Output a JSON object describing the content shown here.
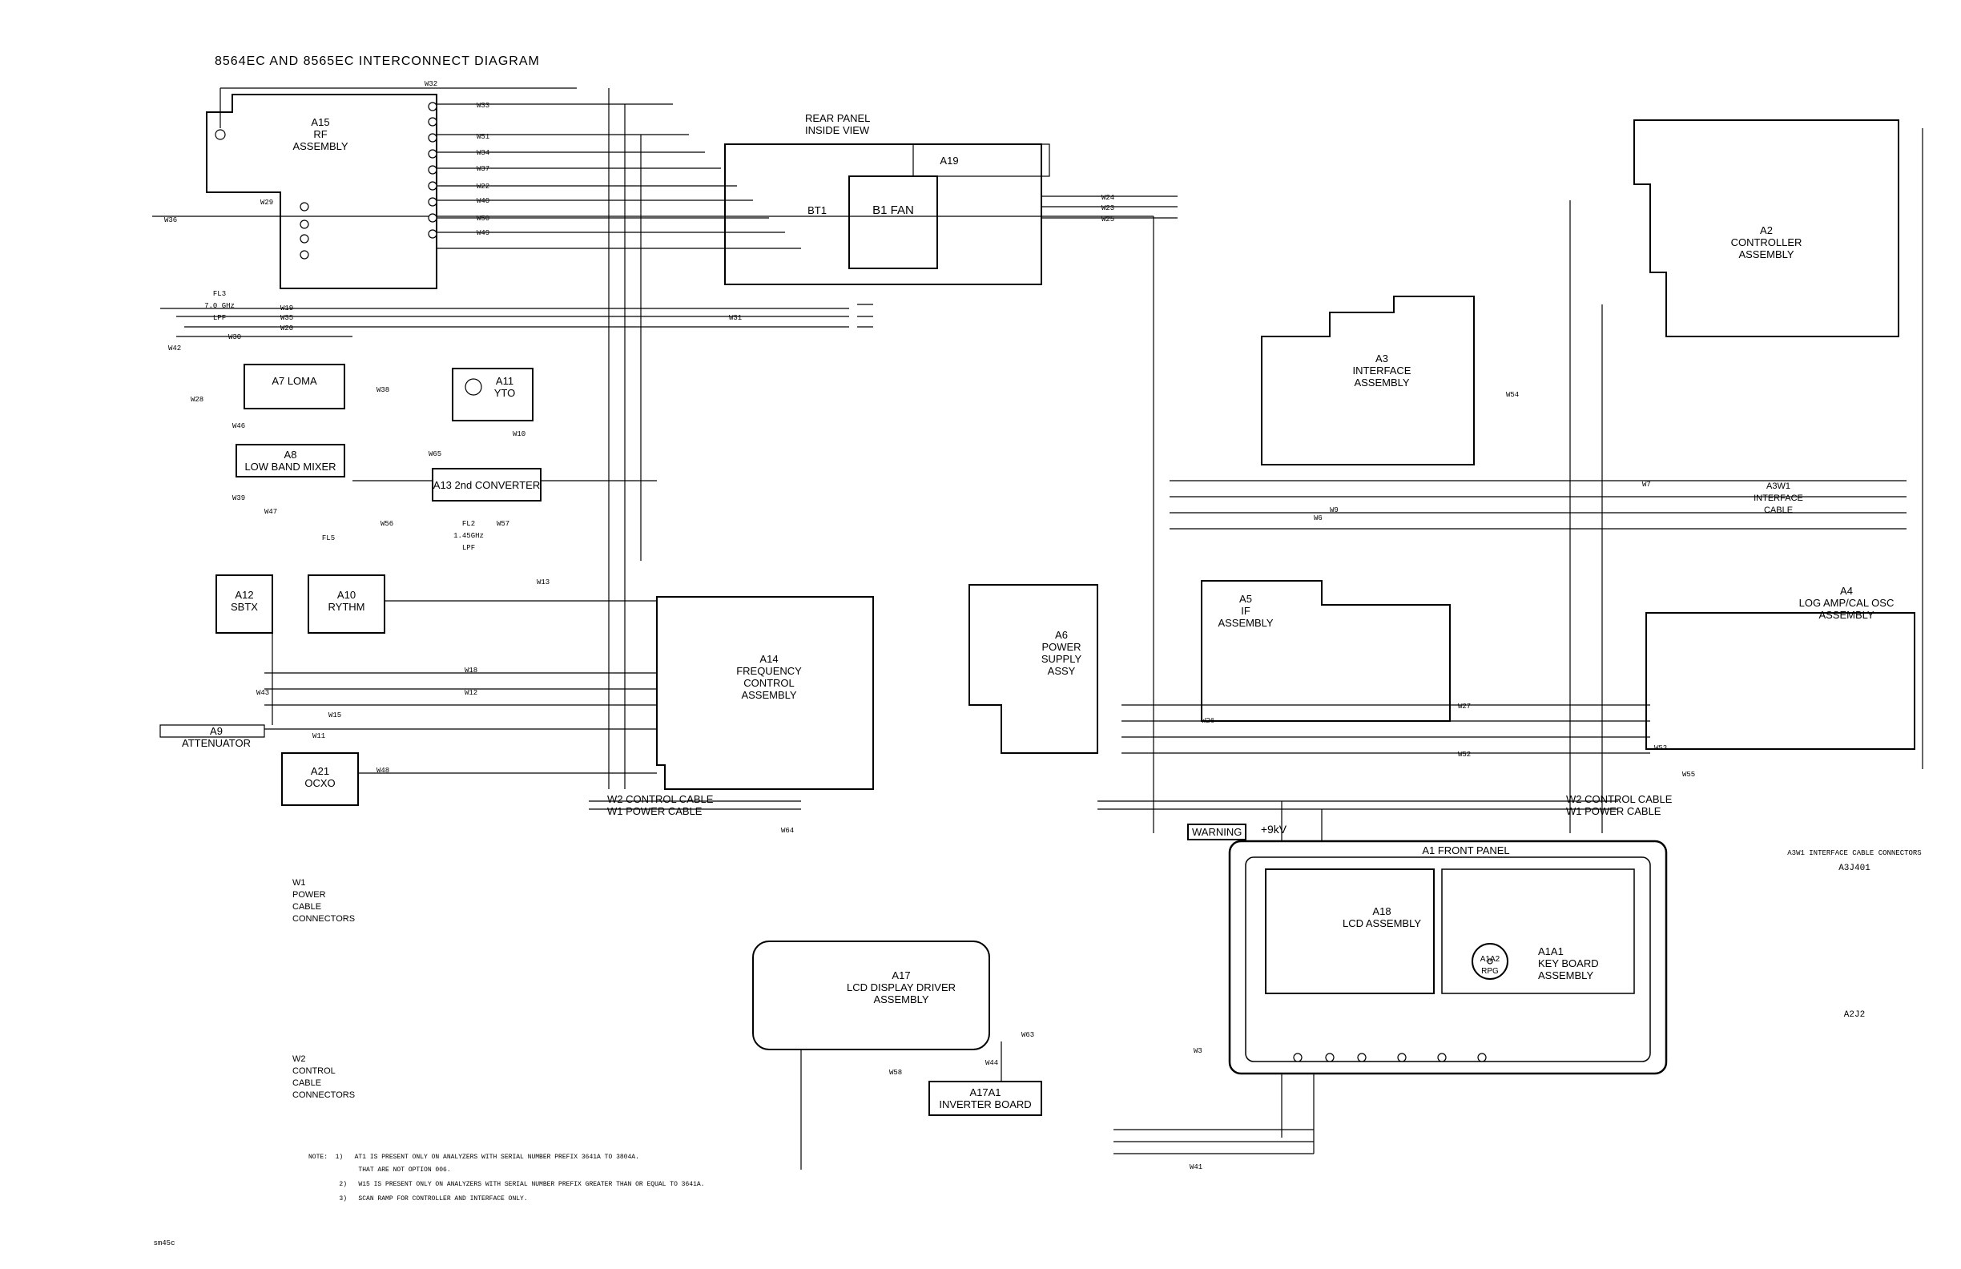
{
  "title": "8564EC AND 8565EC INTERCONNECT DIAGRAM",
  "assemblies": {
    "a15": "A15\nRF\nASSEMBLY",
    "a7": "A7 LOMA",
    "a11": "A11\nYTO",
    "a8": "A8\nLOW BAND MIXER",
    "a13": "A13 2nd CONVERTER",
    "a12": "A12\nSBTX",
    "a10": "A10\nRYTHM",
    "a14": "A14\nFREQUENCY\nCONTROL\nASSEMBLY",
    "a9": "A9\nATTENUATOR",
    "a21": "A21\nOCXO",
    "a19": "A19",
    "b1": "B1 FAN",
    "bt1": "BT1",
    "rear_panel": "REAR PANEL\nINSIDE VIEW",
    "a6": "A6\nPOWER\nSUPPLY\nASSY",
    "a3": "A3\nINTERFACE\nASSEMBLY",
    "a2": "A2\nCONTROLLER\nASSEMBLY",
    "a5": "A5\nIF\nASSEMBLY",
    "a4": "A4\nLOG AMP/CAL OSC\nASSEMBLY",
    "a17": "A17\nLCD DISPLAY DRIVER\nASSEMBLY",
    "a17a1": "A17A1\nINVERTER BOARD",
    "a1": "A1 FRONT PANEL",
    "a18": "A18\nLCD ASSEMBLY",
    "a1a1": "A1A1\nKEY BOARD\nASSEMBLY",
    "a1a2": "A1A2\nRPG",
    "a3w1": "A3W1\nINTERFACE\nCABLE"
  },
  "cables": {
    "w2_control": "W2  CONTROL CABLE",
    "w1_power": "W1  POWER CABLE",
    "w2_control_r": "W2  CONTROL CABLE",
    "w1_power_r": "W1  POWER CABLE",
    "w1_conn": "W1\nPOWER\nCABLE\nCONNECTORS",
    "w2_conn": "W2\nCONTROL\nCABLE\nCONNECTORS"
  },
  "warning": "WARNING",
  "hv": "+9kV",
  "fl3": "FL3\n7.0 GHz\nLPF",
  "fl5": "FL5",
  "fl2": "FL2\n1.45GHz\nLPF",
  "notes": [
    "NOTE:  1)   AT1 IS PRESENT ONLY ON ANALYZERS WITH SERIAL NUMBER PREFIX 3641A TO 3804A.",
    "             THAT ARE NOT OPTION 006.",
    "        2)   W15 IS PRESENT ONLY ON ANALYZERS WITH SERIAL NUMBER PREFIX GREATER THAN OR EQUAL TO 3641A.",
    "        3)   SCAN RAMP FOR CONTROLLER AND INTERFACE ONLY."
  ],
  "a3w1_header": "A3W1 INTERFACE CABLE CONNECTORS",
  "a3j401": "A3J401",
  "a2j2": "A2J2",
  "corner_id": "sm45c",
  "cable_labels": {
    "w32": "W32",
    "w33": "W33",
    "w51": "W51",
    "w34": "W34",
    "w37": "W37",
    "w22": "W22",
    "w40": "W40",
    "w50": "W50",
    "w49": "W49",
    "w29": "W29",
    "w36": "W36",
    "w19": "W19",
    "w35": "W35",
    "w20": "W20",
    "w30": "W30",
    "w42": "W42",
    "w28": "W28",
    "w46": "W46",
    "w38": "W38",
    "w39": "W39",
    "w47": "W47",
    "w56": "W56",
    "w57": "W57",
    "w10": "W10",
    "w65": "W65",
    "w13": "W13",
    "w18": "W18",
    "w12": "W12",
    "w15": "W15",
    "w11": "W11",
    "w43": "W43",
    "w48": "W48",
    "w64": "W64",
    "w24": "W24",
    "w23": "W23",
    "w25": "W25",
    "w31": "W31",
    "w27": "W27",
    "w26": "W26",
    "w52": "W52",
    "w53": "W53",
    "w55": "W55",
    "w54": "W54",
    "w6": "W6",
    "w7": "W7",
    "w3": "W3",
    "w41": "W41",
    "w44": "W44",
    "w63": "W63",
    "w58": "W58",
    "w9": "W9"
  }
}
